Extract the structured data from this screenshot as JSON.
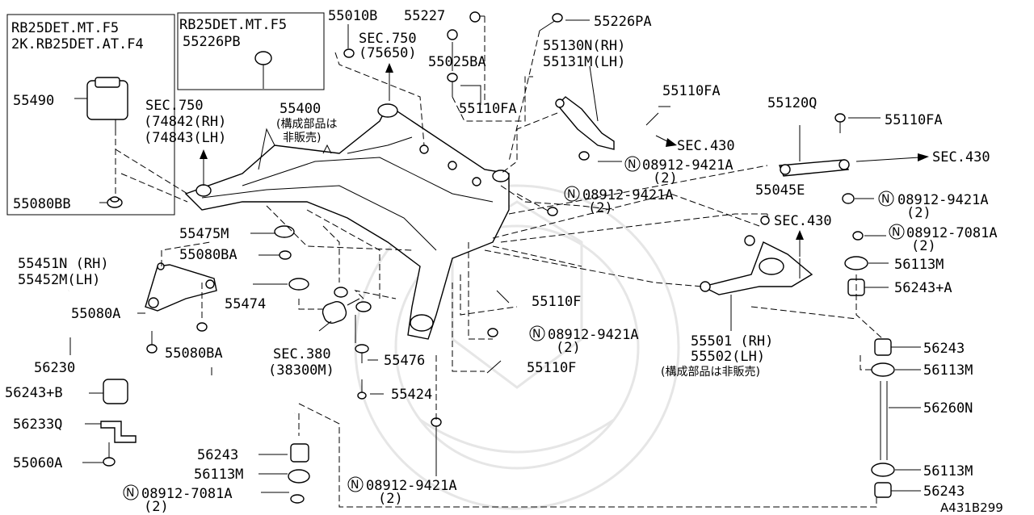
{
  "boxes": {
    "box1_line1": "RB25DET.MT.F5",
    "box1_line2": "2K.RB25DET.AT.F4",
    "box2_line1": "RB25DET.MT.F5"
  },
  "labels": {
    "p55490": "55490",
    "p55080BB": "55080BB",
    "p55226PB": "55226PB",
    "p55010B": "55010B",
    "p55227": "55227",
    "p55025BA": "55025BA",
    "p55226PA": "55226PA",
    "p55130N": "55130N(RH)",
    "p55131M": "55131M(LH)",
    "p55110FA_1": "55110FA",
    "p55110FA_2": "55110FA",
    "p55110FA_3": "55110FA",
    "p55120Q": "55120Q",
    "sec750_a": "SEC.750",
    "sec750_a_ref": "(75650)",
    "sec750_b": "SEC.750",
    "sec750_b_ref1": "(74842(RH)",
    "sec750_b_ref2": "(74843(LH)",
    "p55400": "55400",
    "p55400_note1": "(構成部品は",
    "p55400_note2": "非販売)",
    "sec430_a": "SEC.430",
    "sec430_b": "SEC.430",
    "sec430_c": "SEC.430",
    "n_08912_9421A_1": "08912-9421A",
    "n_08912_9421A_1_q": "(2)",
    "n_08912_9421A_2": "08912-9421A",
    "n_08912_9421A_2_q": "(2)",
    "n_08912_9421A_3": "08912-9421A",
    "n_08912_9421A_3_q": "(2)",
    "n_08912_9421A_4": "08912-9421A",
    "n_08912_9421A_4_q": "(2)",
    "n_08912_9421A_5": "08912-9421A",
    "n_08912_9421A_5_q": "(2)",
    "n_08912_7081A_1": "08912-7081A",
    "n_08912_7081A_1_q": "(2)",
    "n_08912_7081A_2": "08912-7081A",
    "n_08912_7081A_2_q": "(2)",
    "n_symbol": "N",
    "p55045E": "55045E",
    "p55475M": "55475M",
    "p55080BA_1": "55080BA",
    "p55080BA_2": "55080BA",
    "p55451N": "55451N (RH)",
    "p55452M": "55452M(LH)",
    "p55474": "55474",
    "p55080A": "55080A",
    "p56230": "56230",
    "p56243B": "56243+B",
    "p56233Q": "56233Q",
    "p55060A": "55060A",
    "p56243_1": "56243",
    "p56243_2": "56243",
    "p56243_3": "56243",
    "p56113M_1": "56113M",
    "p56113M_2": "56113M",
    "p56113M_3": "56113M",
    "p56113M_4": "56113M",
    "p56243A": "56243+A",
    "p56260N": "56260N",
    "sec380": "SEC.380",
    "sec380_ref": "(38300M)",
    "p55476": "55476",
    "p55424": "55424",
    "p55110F_1": "55110F",
    "p55110F_2": "55110F",
    "p55501": "55501 (RH)",
    "p55502": "55502(LH)",
    "p5550x_note": "(構成部品は非販売)",
    "diagram_code": "A431B299"
  }
}
